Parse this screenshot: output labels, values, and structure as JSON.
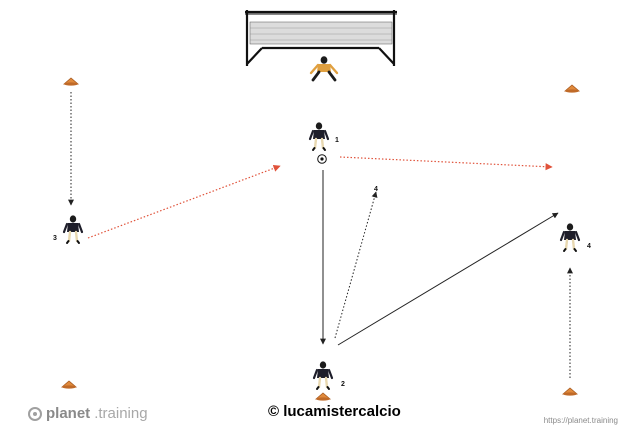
{
  "diagram": {
    "players": [
      {
        "id": "p1",
        "number": "1"
      },
      {
        "id": "p2",
        "number": "2"
      },
      {
        "id": "p3",
        "number": "3"
      },
      {
        "id": "p4",
        "number": "4"
      }
    ],
    "run_label": "4",
    "pass_color": "#e0523a",
    "run_color": "#222222",
    "cone_color": "#e08a3c"
  },
  "brand": {
    "name_bold": "planet",
    "name_light": ".training"
  },
  "copyright": "© lucamistercalcio",
  "url": "https://planet.training"
}
